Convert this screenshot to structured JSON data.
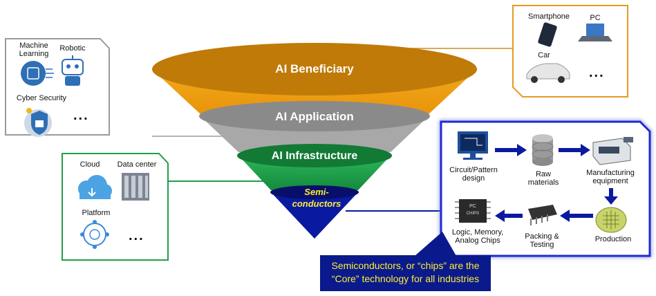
{
  "funnel": {
    "layer1": "AI Beneficiary",
    "layer2": "AI Application",
    "layer3": "AI Infrastructure",
    "layer4_line1": "Semi-",
    "layer4_line2": "conductors"
  },
  "application_box": {
    "items": [
      "Machine Learning",
      "Robotic",
      "Cyber Security"
    ],
    "ml_line1": "Machine",
    "ml_line2": "Learning",
    "robotic": "Robotic",
    "cyber": "Cyber Security",
    "more": "..."
  },
  "beneficiary_box": {
    "smartphone": "Smartphone",
    "pc": "PC",
    "car": "Car",
    "more": "..."
  },
  "infrastructure_box": {
    "cloud": "Cloud",
    "datacenter": "Data center",
    "platform": "Platform",
    "more": "..."
  },
  "supply_chain": {
    "circuit_line1": "Circuit/Pattern",
    "circuit_line2": "design",
    "raw_line1": "Raw",
    "raw_line2": "materials",
    "mfg_line1": "Manufacturing",
    "mfg_line2": "equipment",
    "production": "Production",
    "packing_line1": "Packing &",
    "packing_line2": "Testing",
    "logic_line1": "Logic, Memory,",
    "logic_line2": "Analog Chips",
    "chip_label1": "PC",
    "chip_label2": "CHIPS"
  },
  "callout": {
    "line1": "Semiconductors, or “chips” are the",
    "line2": "“Core” technology for all industries"
  },
  "colors": {
    "beneficiary": "#c07a08",
    "application": "#a6a6a6",
    "infrastructure": "#1f9e4a",
    "semiconductor": "#0a1aa0",
    "callout_text": "#ffee33"
  }
}
